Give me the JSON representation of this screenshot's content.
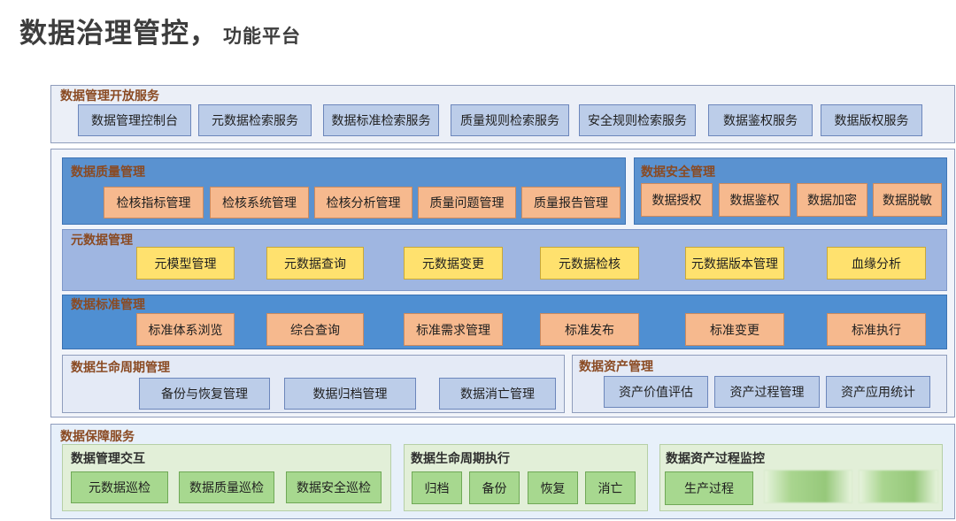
{
  "title": {
    "main": "数据治理管控，",
    "sub": "功能平台"
  },
  "open_services": {
    "heading": "数据管理开放服务",
    "items": [
      "数据管理控制台",
      "元数据检索服务",
      "数据标准检索服务",
      "质量规则检索服务",
      "安全规则检索服务",
      "数据鉴权服务",
      "数据版权服务"
    ]
  },
  "quality": {
    "heading": "数据质量管理",
    "items": [
      "检核指标管理",
      "检核系统管理",
      "检核分析管理",
      "质量问题管理",
      "质量报告管理"
    ]
  },
  "security": {
    "heading": "数据安全管理",
    "items": [
      "数据授权",
      "数据鉴权",
      "数据加密",
      "数据脱敏"
    ]
  },
  "metadata": {
    "heading": "元数据管理",
    "items": [
      "元模型管理",
      "元数据查询",
      "元数据变更",
      "元数据检核",
      "元数据版本管理",
      "血缘分析"
    ]
  },
  "standard": {
    "heading": "数据标准管理",
    "items": [
      "标准体系浏览",
      "综合查询",
      "标准需求管理",
      "标准发布",
      "标准变更",
      "标准执行"
    ]
  },
  "lifecycle": {
    "heading": "数据生命周期管理",
    "items": [
      "备份与恢复管理",
      "数据归档管理",
      "数据消亡管理"
    ]
  },
  "asset": {
    "heading": "数据资产管理",
    "items": [
      "资产价值评估",
      "资产过程管理",
      "资产应用统计"
    ]
  },
  "support": {
    "heading": "数据保障服务",
    "interaction": {
      "heading": "数据管理交互",
      "items": [
        "元数据巡检",
        "数据质量巡检",
        "数据安全巡检"
      ]
    },
    "lifecycle_exec": {
      "heading": "数据生命周期执行",
      "items": [
        "归档",
        "备份",
        "恢复",
        "消亡"
      ]
    },
    "asset_monitor": {
      "heading": "数据资产过程监控",
      "items": [
        "生产过程",
        "",
        ""
      ]
    }
  },
  "colors": {
    "blue_box": "#bccde9",
    "orange_box": "#f6b98e",
    "yellow_box": "#ffe16e",
    "green_box": "#a7d88f",
    "quality_panel": "#5a92d0",
    "metadata_panel": "#9fb6e1",
    "standard_panel": "#4f8fd2",
    "light_panel": "#e4eaf6",
    "support_panel": "#e7f0fa",
    "support_sub_panel": "#e2efd8",
    "heading_brown": "#8a4a22"
  }
}
